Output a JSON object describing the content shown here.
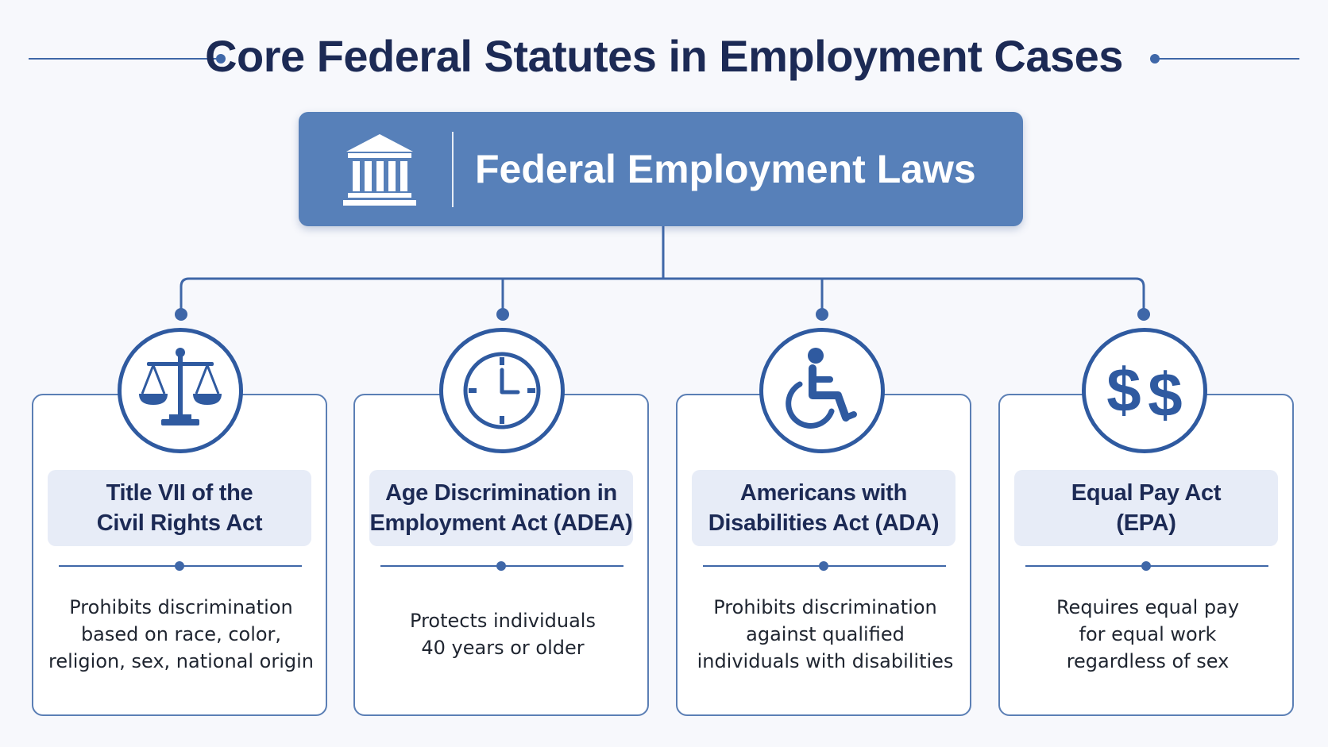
{
  "page": {
    "title": "Core Federal Statutes in Employment Cases"
  },
  "colors": {
    "navy": "#1c2a55",
    "accent_blue": "#2f5aa0",
    "root_fill": "#5780b9",
    "title_pill": "#e7ecf7",
    "background": "#f7f8fc"
  },
  "root": {
    "label": "Federal Employment Laws",
    "icon": "courthouse-icon"
  },
  "statutes": [
    {
      "icon": "scales-of-justice-icon",
      "title_line1": "Title VII of the",
      "title_line2": "Civil Rights Act",
      "desc_line1": "Prohibits discrimination",
      "desc_line2": "based on race, color,",
      "desc_line3": "religion, sex, national origin"
    },
    {
      "icon": "clock-icon",
      "title_line1": "Age Discrimination in",
      "title_line2": "Employment Act (ADEA)",
      "desc_line1": "Protects individuals",
      "desc_line2": "40 years or older",
      "desc_line3": ""
    },
    {
      "icon": "wheelchair-accessibility-icon",
      "title_line1": "Americans with",
      "title_line2": "Disabilities Act (ADA)",
      "desc_line1": "Prohibits discrimination",
      "desc_line2": "against qualified",
      "desc_line3": "individuals with disabilities"
    },
    {
      "icon": "dollar-signs-icon",
      "title_line1": "Equal Pay Act",
      "title_line2": "(EPA)",
      "desc_line1": "Requires equal pay",
      "desc_line2": "for equal work",
      "desc_line3": "regardless of sex"
    }
  ]
}
